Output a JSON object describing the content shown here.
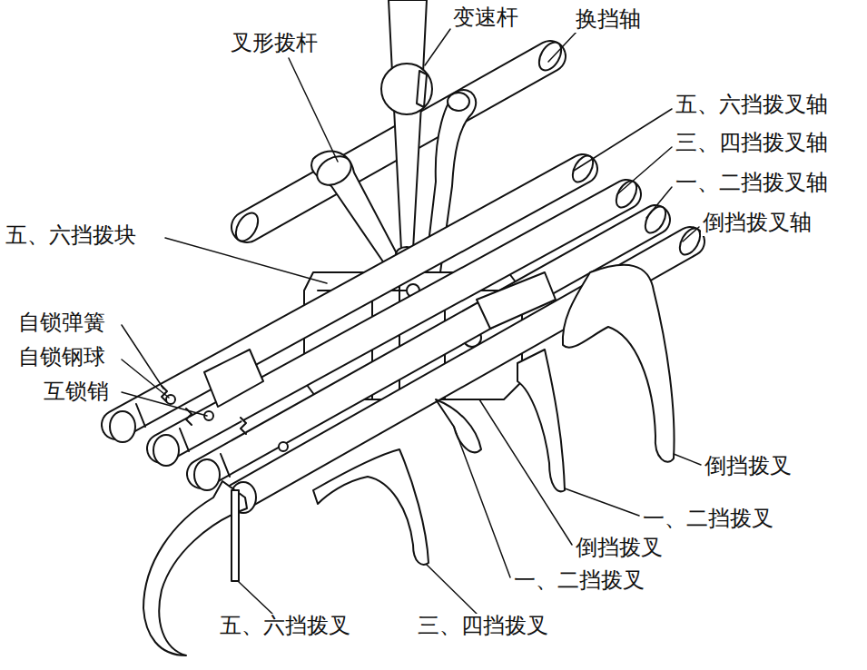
{
  "diagram": {
    "labels": [
      "变速杆",
      "换挡轴",
      "叉形拨杆",
      "五、六挡拨叉轴",
      "三、四挡拨叉轴",
      "一、二挡拨叉轴",
      "倒挡拨叉轴",
      "五、六挡拨块",
      "自锁弹簧",
      "自锁钢球",
      "互锁销",
      "倒挡拨叉",
      "一、二挡拨叉",
      "倒挡拨叉",
      "一、二挡拨叉",
      "五、六挡拨叉",
      "三、四挡拨叉"
    ]
  }
}
